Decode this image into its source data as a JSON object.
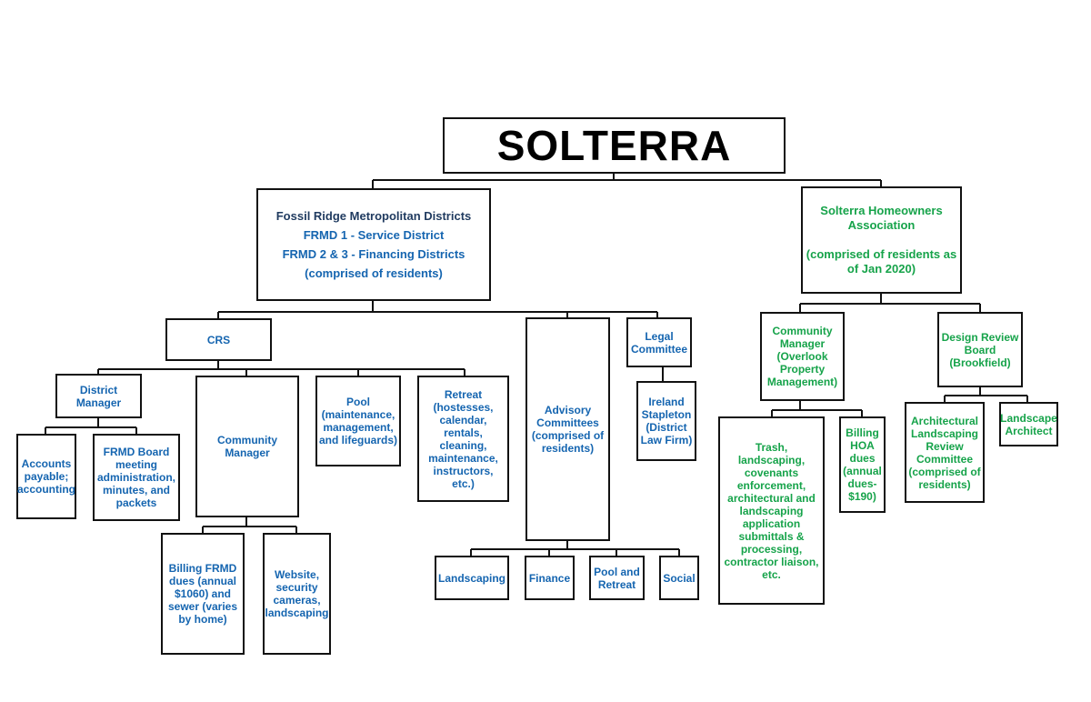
{
  "title": "SOLTERRA",
  "frmd": {
    "lines": [
      "Fossil Ridge Metropolitan Districts",
      "FRMD 1 - Service District",
      "FRMD 2 & 3 - Financing Districts",
      "(comprised of residents)"
    ]
  },
  "hoa": {
    "text": "Solterra Homeowners\nAssociation\n\n(comprised of residents  as\n of  Jan 2020)"
  },
  "crs": "CRS",
  "district_manager": "District\nManager",
  "accounts_payable": "Accounts\npayable;\naccounting",
  "frmd_board": "FRMD Board\nmeeting\nadministration,\nminutes, and\npackets",
  "community_manager_crs": "Community\nManager",
  "billing_frmd": "Billing FRMD\ndues (annual\n$1060) and\nsewer (varies\nby home)",
  "website": "Website,\nsecurity\ncameras,\nlandscaping",
  "pool": "Pool\n(maintenance,\nmanagement,\nand lifeguards)",
  "retreat": "Retreat\n(hostesses,\ncalendar, rentals,\ncleaning,\nmaintenance,\ninstructors, etc.)",
  "advisory": "Advisory\nCommittees\n(comprised of\nresidents)",
  "landscaping": "Landscaping",
  "finance": "Finance",
  "pool_retreat": "Pool and\nRetreat",
  "social": "Social",
  "legal": "Legal\nCommittee",
  "ireland": "Ireland\nStapleton\n(District\nLaw Firm)",
  "hoa_community_manager": "Community\nManager\n(Overlook\nProperty\nManagement)",
  "trash": "Trash, landscaping,\ncovenants\nenforcement,\narchitectural and\nlandscaping\napplication\nsubmittals &\nprocessing,\ncontractor liaison,\netc.",
  "billing_hoa": "Billing\nHOA\ndues\n(annual\ndues-\n$190)",
  "design_review": "Design Review\nBoard\n(Brookfield)",
  "arch_committee": "Architectural\nLandscaping\nReview\nCommittee\n(comprised of\nresidents)",
  "landscape_architect": "Landscape\nArchitect"
}
